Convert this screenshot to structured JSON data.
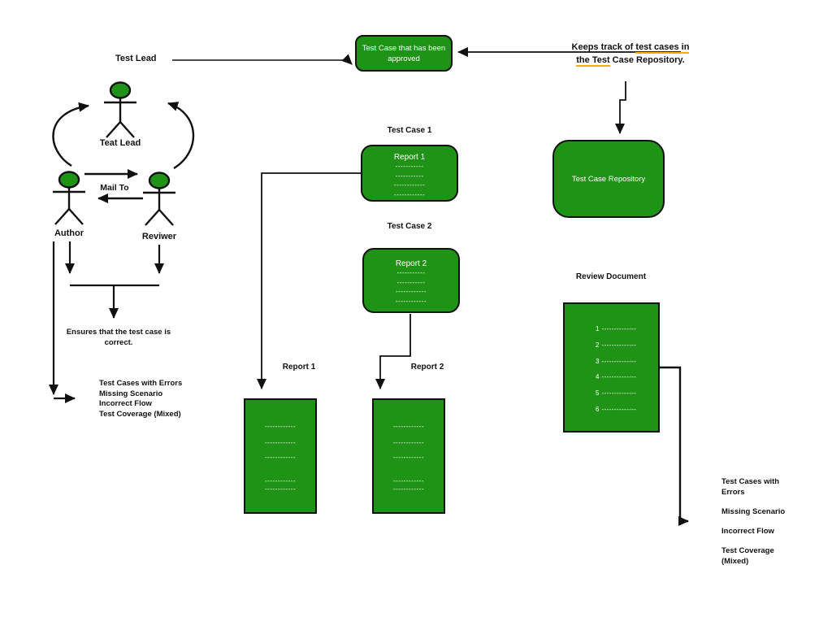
{
  "colors": {
    "node_green": "#1f9315",
    "line_black": "#111111",
    "underline_gold": "#eeb200"
  },
  "labels": {
    "test_lead": "Test Lead",
    "teat_lead": "Teat Lead",
    "mail_to": "Mail To",
    "author": "Author",
    "reviwer": "Reviwer",
    "test_case_1": "Test Case 1",
    "test_case_2": "Test Case 2",
    "report_1": "Report 1",
    "report_2": "Report 2",
    "review_document": "Review Document"
  },
  "approved_box": {
    "line1": "Test Case that has been",
    "line2": "approved"
  },
  "keeps_track": {
    "seg1": "Keeps track of ",
    "seg2_underlined": "test cases in",
    "seg3_underlined": "the Test",
    "seg4": " Case Repository."
  },
  "ensures": {
    "line1": "Ensures that the test case is",
    "line2": "correct."
  },
  "left_issues": {
    "lines": [
      "Test Cases with Errors",
      "Missing Scenario",
      "Incorrect Flow",
      "Test Coverage (Mixed)"
    ]
  },
  "right_issues": {
    "items": [
      "Test Cases with Errors",
      "Missing Scenario",
      "Incorrect Flow",
      "Test Coverage (Mixed)"
    ]
  },
  "test_case_1_node": {
    "title": "Report 1",
    "dashes": [
      "-----------",
      "-----------",
      "------------",
      "------------"
    ]
  },
  "test_case_2_node": {
    "title": "Report 2",
    "dashes": [
      "-----------",
      "-----------",
      "------------",
      "------------"
    ]
  },
  "repository": {
    "label": "Test Case Repository"
  },
  "report_1_doc": {
    "dashes": [
      "------------",
      "------------",
      "------------",
      "------------",
      "------------"
    ]
  },
  "report_2_doc": {
    "dashes": [
      "------------",
      "------------",
      "------------",
      "------------",
      "------------"
    ]
  },
  "review_document_doc": {
    "items": [
      "1 --------------",
      "2 --------------",
      "3 --------------",
      "4 --------------",
      "5 --------------",
      "6 --------------"
    ]
  }
}
